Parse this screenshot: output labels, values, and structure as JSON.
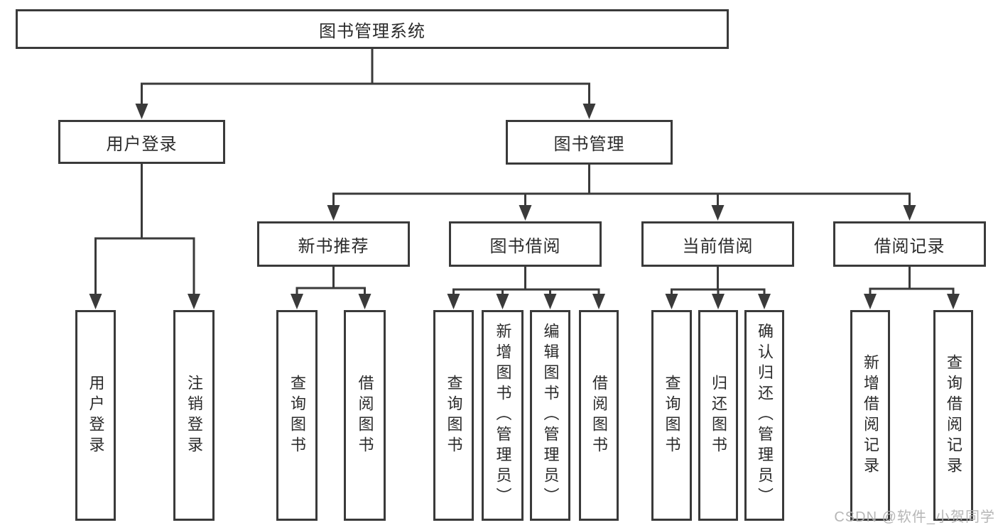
{
  "colors": {
    "line": "#3a3a3a",
    "box_border": "#3a3a3a",
    "text": "#2b2b2b",
    "background": "#ffffff",
    "watermark": "#b2b2b2"
  },
  "watermark": {
    "text": "CSDN @软件_小贺同学"
  },
  "tree": {
    "root": {
      "label": "图书管理系统"
    },
    "branches": [
      {
        "label": "用户登录",
        "children": [
          {
            "label": "用户登录"
          },
          {
            "label": "注销登录"
          }
        ]
      },
      {
        "label": "图书管理",
        "children": [
          {
            "label": "新书推荐",
            "children": [
              {
                "label": "查询图书"
              },
              {
                "label": "借阅图书"
              }
            ]
          },
          {
            "label": "图书借阅",
            "children": [
              {
                "label": "查询图书"
              },
              {
                "label": "新增图书（管理员）"
              },
              {
                "label": "编辑图书（管理员）"
              },
              {
                "label": "借阅图书"
              }
            ]
          },
          {
            "label": "当前借阅",
            "children": [
              {
                "label": "查询图书"
              },
              {
                "label": "归还图书"
              },
              {
                "label": "确认归还（管理员）"
              }
            ]
          },
          {
            "label": "借阅记录",
            "children": [
              {
                "label": "新增借阅记录"
              },
              {
                "label": "查询借阅记录"
              }
            ]
          }
        ]
      }
    ]
  }
}
